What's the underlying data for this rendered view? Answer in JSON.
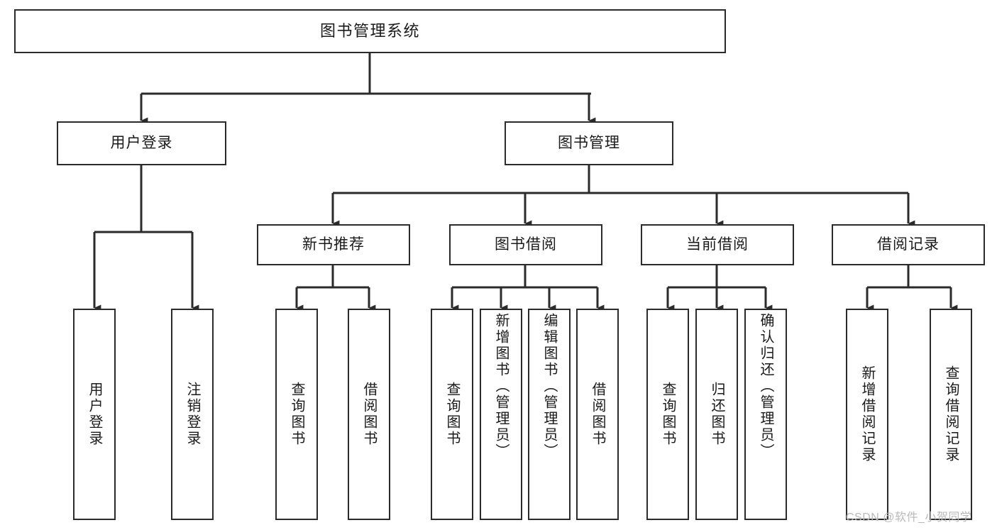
{
  "diagram": {
    "type": "tree-hierarchy",
    "title": "图书管理系统",
    "orientation": "top-down",
    "colors": {
      "stroke": "#2b2b2b",
      "fill": "#ffffff",
      "text": "#1a1a1a",
      "watermark": "#b9b9b9"
    },
    "levels": {
      "root": [
        "图书管理系统"
      ],
      "level1": [
        "用户登录",
        "图书管理"
      ],
      "level2": [
        "新书推荐",
        "图书借阅",
        "当前借阅",
        "借阅记录"
      ],
      "leaves": [
        "用户登录",
        "注销登录",
        "查询图书",
        "借阅图书",
        "查询图书",
        "新增图书（管理员）",
        "编辑图书（管理员）",
        "借阅图书",
        "查询图书",
        "归还图书",
        "确认归还（管理员）",
        "新增借阅记录",
        "查询借阅记录"
      ]
    },
    "nodes": {
      "root": {
        "label": "图书管理系统"
      },
      "user_login": {
        "label": "用户登录"
      },
      "book_manage": {
        "label": "图书管理"
      },
      "new_book_rec": {
        "label": "新书推荐"
      },
      "book_borrow": {
        "label": "图书借阅"
      },
      "current_borrow": {
        "label": "当前借阅"
      },
      "borrow_record": {
        "label": "借阅记录"
      },
      "leaf_user_login": {
        "label": "用户登录"
      },
      "leaf_user_logout": {
        "label": "注销登录"
      },
      "leaf_query_book_1": {
        "label": "查询图书"
      },
      "leaf_borrow_book_1": {
        "label": "借阅图书"
      },
      "leaf_query_book_2": {
        "label": "查询图书"
      },
      "leaf_add_book_admin": {
        "label": "新增图书（管理员）"
      },
      "leaf_edit_book_admin": {
        "label": "编辑图书（管理员）"
      },
      "leaf_borrow_book_2": {
        "label": "借阅图书"
      },
      "leaf_query_book_3": {
        "label": "查询图书"
      },
      "leaf_return_book": {
        "label": "归还图书"
      },
      "leaf_confirm_return_admin": {
        "label": "确认归还（管理员）"
      },
      "leaf_add_borrow_record": {
        "label": "新增借阅记录"
      },
      "leaf_query_borrow_record": {
        "label": "查询借阅记录"
      }
    },
    "edges": [
      {
        "from": "root",
        "to": "user_login"
      },
      {
        "from": "root",
        "to": "book_manage"
      },
      {
        "from": "user_login",
        "to": "leaf_user_login"
      },
      {
        "from": "user_login",
        "to": "leaf_user_logout"
      },
      {
        "from": "book_manage",
        "to": "new_book_rec"
      },
      {
        "from": "book_manage",
        "to": "book_borrow"
      },
      {
        "from": "book_manage",
        "to": "current_borrow"
      },
      {
        "from": "book_manage",
        "to": "borrow_record"
      },
      {
        "from": "new_book_rec",
        "to": "leaf_query_book_1"
      },
      {
        "from": "new_book_rec",
        "to": "leaf_borrow_book_1"
      },
      {
        "from": "book_borrow",
        "to": "leaf_query_book_2"
      },
      {
        "from": "book_borrow",
        "to": "leaf_add_book_admin"
      },
      {
        "from": "book_borrow",
        "to": "leaf_edit_book_admin"
      },
      {
        "from": "book_borrow",
        "to": "leaf_borrow_book_2"
      },
      {
        "from": "current_borrow",
        "to": "leaf_query_book_3"
      },
      {
        "from": "current_borrow",
        "to": "leaf_return_book"
      },
      {
        "from": "current_borrow",
        "to": "leaf_confirm_return_admin"
      },
      {
        "from": "borrow_record",
        "to": "leaf_add_borrow_record"
      },
      {
        "from": "borrow_record",
        "to": "leaf_query_borrow_record"
      }
    ]
  },
  "watermark": {
    "text": "CSDN @软件_小贺同学"
  }
}
